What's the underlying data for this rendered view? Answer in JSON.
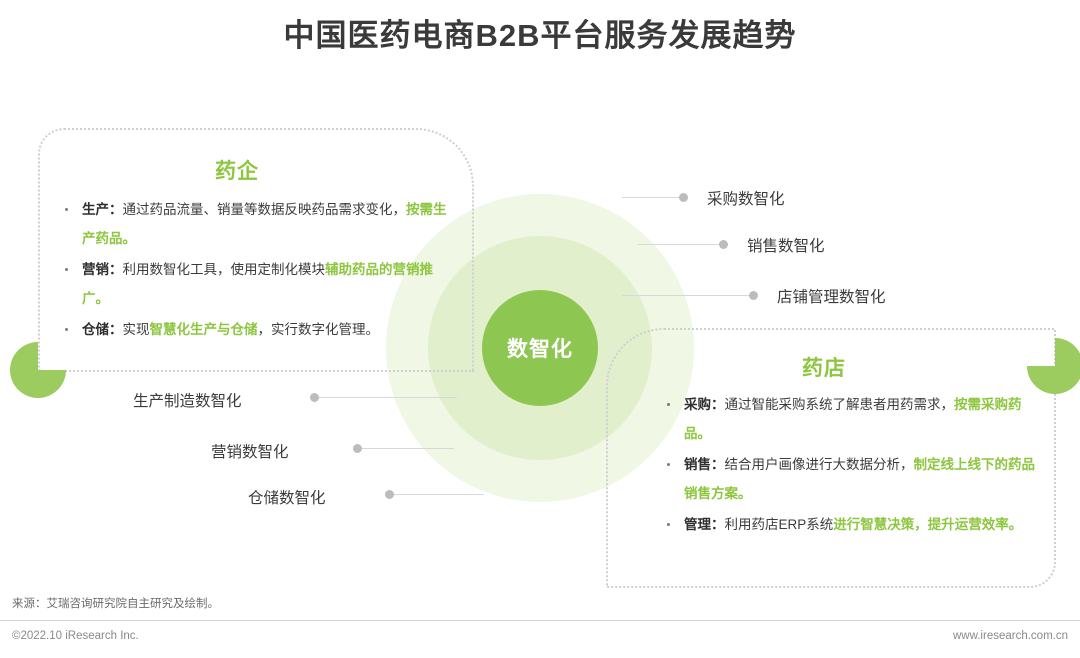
{
  "title": "中国医药电商B2B平台服务发展趋势",
  "center": {
    "label": "数智化"
  },
  "colors": {
    "accent_green": "#8dc63f",
    "circle_inner": "#8ec652",
    "circle_mid": "#e2efcd",
    "circle_outer": "#f0f7e4",
    "text_dark": "#3c3c3c",
    "dashed_border": "#cfcfcf",
    "connector": "#d8d8d8"
  },
  "left_panel": {
    "heading": "药企",
    "bullets": [
      {
        "key": "生产：",
        "pre": "通过药品流量、销量等数据反映药品需求变化，",
        "highlight": "按需生产药品。",
        "post": ""
      },
      {
        "key": "营销：",
        "pre": "利用数智化工具，使用定制化模块",
        "highlight": "辅助药品的营销推广。",
        "post": ""
      },
      {
        "key": "仓储：",
        "pre": "实现",
        "highlight": "智慧化生产与仓储",
        "post": "，实行数字化管理。"
      }
    ]
  },
  "right_panel": {
    "heading": "药店",
    "bullets": [
      {
        "key": "采购：",
        "pre": "通过智能采购系统了解患者用药需求，",
        "highlight": "按需采购药品。",
        "post": ""
      },
      {
        "key": "销售：",
        "pre": "结合用户画像进行大数据分析，",
        "highlight": "制定线上线下的药品销售方案。",
        "post": ""
      },
      {
        "key": "管理：",
        "pre": "利用药店ERP系统",
        "highlight": "进行智慧决策，提升运营效率。",
        "post": ""
      }
    ]
  },
  "connectors_right": [
    {
      "label": "采购数智化"
    },
    {
      "label": "销售数智化"
    },
    {
      "label": "店铺管理数智化"
    }
  ],
  "connectors_left": [
    {
      "label": "生产制造数智化"
    },
    {
      "label": "营销数智化"
    },
    {
      "label": "仓储数智化"
    }
  ],
  "footer": {
    "source": "来源：艾瑞咨询研究院自主研究及绘制。",
    "copyright": "©2022.10 iResearch Inc.",
    "website": "www.iresearch.com.cn"
  }
}
